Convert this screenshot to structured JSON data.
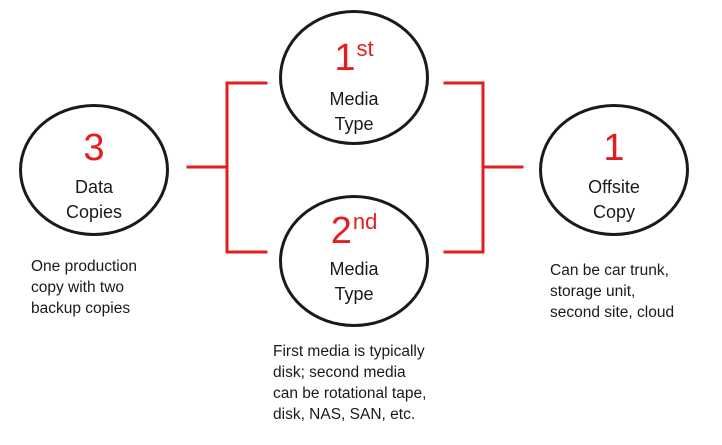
{
  "copies": {
    "number": "3",
    "label_line1": "Data",
    "label_line2": "Copies",
    "description": [
      "One production",
      "copy with two",
      "backup copies"
    ]
  },
  "media_first": {
    "number": "1",
    "suffix": "st",
    "label_line1": "Media",
    "label_line2": "Type"
  },
  "media_second": {
    "number": "2",
    "suffix": "nd",
    "label_line1": "Media",
    "label_line2": "Type",
    "description": [
      "First media is typically",
      "disk; second media",
      "can be rotational tape,",
      "disk, NAS, SAN, etc."
    ]
  },
  "offsite": {
    "number": "1",
    "label_line1": "Offsite",
    "label_line2": "Copy",
    "description": [
      "Can be car trunk,",
      "storage unit,",
      "second site, cloud"
    ]
  },
  "colors": {
    "accent": "#e31e1e",
    "text": "#1a1a1a",
    "background": "#ffffff"
  }
}
